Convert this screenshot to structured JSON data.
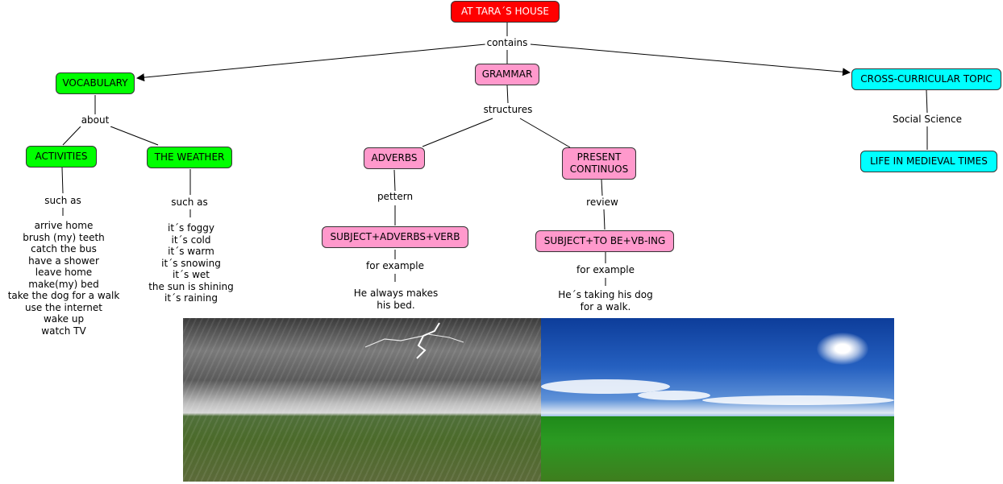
{
  "title": "AT  TARA´S HOUSE",
  "links": {
    "contains": "contains",
    "about": "about",
    "structures": "structures",
    "social_science": "Social Science",
    "such_as_1": "such as",
    "such_as_2": "such as",
    "pettern": "pettern",
    "for_example_1": "for example",
    "review": "review",
    "for_example_2": "for example"
  },
  "nodes": {
    "vocabulary": "VOCABULARY",
    "grammar": "GRAMMAR",
    "cross_curricular": "CROSS-CURRICULAR TOPIC",
    "activities": "ACTIVITIES",
    "the_weather": "THE WEATHER",
    "adverbs": "ADVERBS",
    "present_continuos_line1": "PRESENT",
    "present_continuos_line2": "CONTINUOS",
    "life_medieval": "LIFE IN MEDIEVAL TIMES",
    "subject_adverbs_verb": "SUBJECT+ADVERBS+VERB",
    "subject_to_be": "SUBJECT+TO BE+VB-ING"
  },
  "activities_list": [
    "arrive home",
    "brush (my) teeth",
    "catch the bus",
    "have a shower",
    "leave home",
    "make(my) bed",
    "take the dog for a walk",
    "use the internet",
    "wake up",
    "watch TV"
  ],
  "weather_list": [
    "it´s foggy",
    "it´s cold",
    "it´s warm",
    "it´s snowing",
    "it´s wet",
    "the sun is shining",
    "it´s raining"
  ],
  "example_adverbs": [
    "He always makes",
    "his bed."
  ],
  "example_present": [
    "He´s taking his dog",
    "for a walk."
  ],
  "colors": {
    "root": "#ff0000",
    "vocabulary": "#00ff00",
    "grammar": "#ff99cc",
    "cross_curricular": "#00ffff"
  }
}
